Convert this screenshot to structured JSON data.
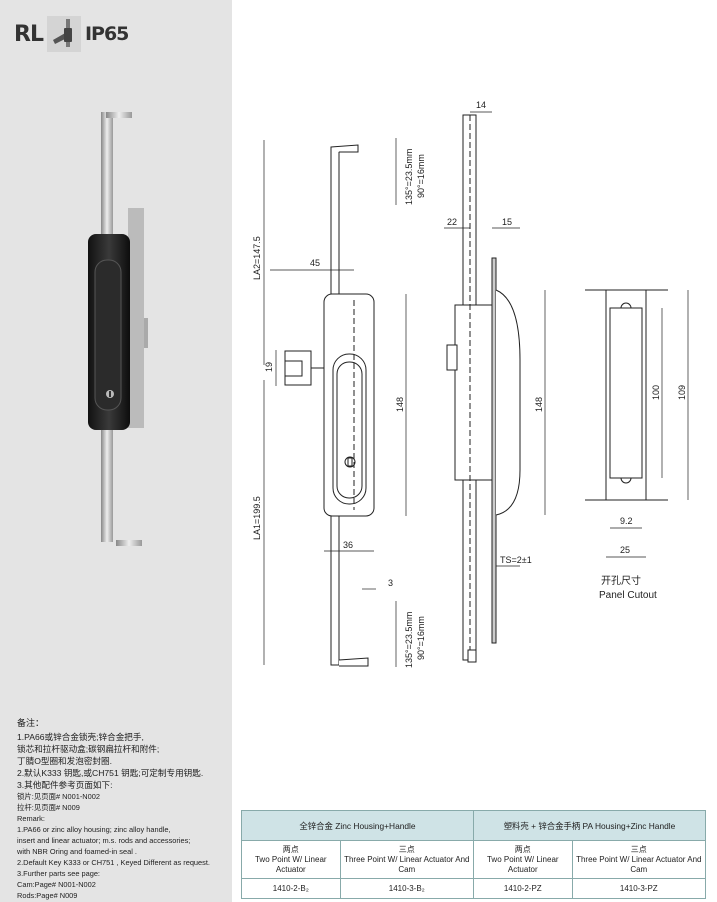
{
  "badges": {
    "left": "RL",
    "right": "IP65"
  },
  "dimensions": {
    "top_width": "14",
    "la2": "LA2=147.5",
    "la1": "LA1=199.5",
    "angle_top": [
      "135°=23.5mm",
      "90°=16mm"
    ],
    "angle_bottom": [
      "135°=23.5mm",
      "90°=16mm"
    ],
    "d45": "45",
    "d19": "19",
    "d148_front": "148",
    "d36": "36",
    "d3": "3",
    "d22": "22",
    "d15": "15",
    "d148_side": "148",
    "ts": "TS=2±1",
    "d100": "100",
    "d109": "109",
    "d9_2": "9.2",
    "d25": "25"
  },
  "cutout": {
    "title_cn": "开孔尺寸",
    "title_en": "Panel Cutout"
  },
  "notes": {
    "heading": "备注：",
    "cn_lines": [
      "1.PA66或锌合金锁壳;锌合金把手,",
      "锁芯和拉杆驱动盒;碳钢扁拉杆和附件;",
      "丁腈O型圈和发泡密封圈.",
      "2.默认K333 钥匙,或CH751 钥匙;可定制专用钥匙.",
      "3.其他配件参考页面如下:",
      "锁片:见页面# N001-N002",
      "拉杆:见页面# N009"
    ],
    "en_lines": [
      "Remark:",
      "1.PA66 or zinc alloy housing; zinc alloy handle,",
      "insert and linear actuator; m.s. rods and accessories;",
      "with NBR Oring and foamed-in seal .",
      "2.Default Key K333 or CH751 , Keyed Different as request.",
      "3.Further parts see page:",
      "Cam:Page# N001-N002",
      "Rods:Page# N009"
    ]
  },
  "table": {
    "headers": [
      "全锌合金 Zinc Housing+Handle",
      "塑料壳 + 锌合金手柄 PA Housing+Zinc Handle"
    ],
    "columns": [
      {
        "cn": "两点",
        "en": "Two Point W/ Linear Actuator",
        "code": "1410-2-B₂"
      },
      {
        "cn": "三点",
        "en": "Three Point W/ Linear Actuator And Cam",
        "code": "1410-3-B₂"
      },
      {
        "cn": "两点",
        "en": "Two Point W/ Linear Actuator",
        "code": "1410-2-PZ"
      },
      {
        "cn": "三点",
        "en": "Three Point W/ Linear Actuator And Cam",
        "code": "1410-3-PZ"
      }
    ]
  }
}
